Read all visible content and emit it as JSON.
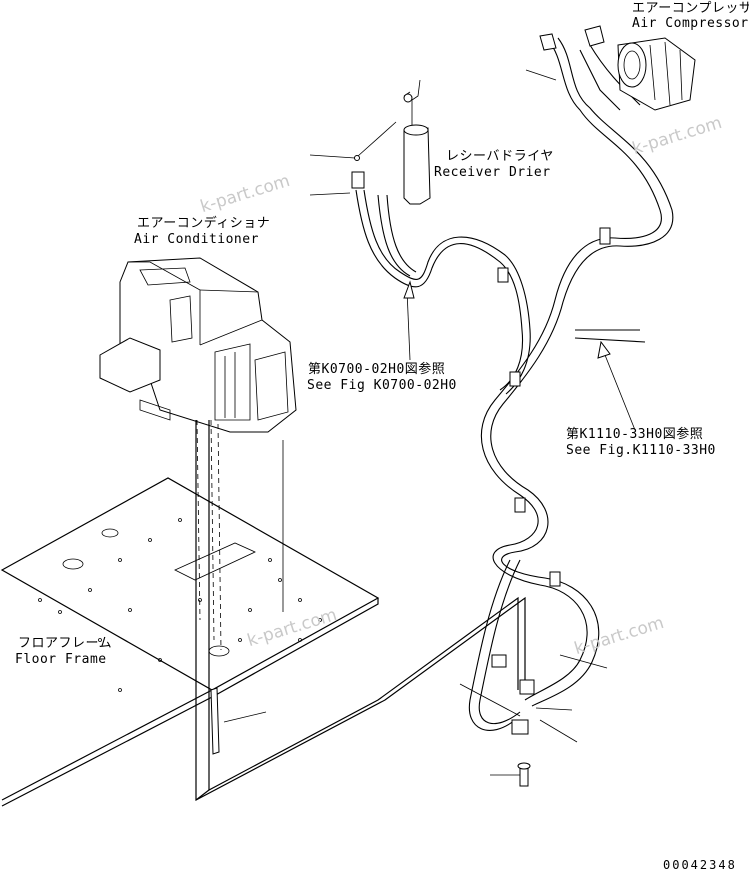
{
  "labels": {
    "air_compressor_jp": "エアーコンプレッサ",
    "air_compressor_en": "Air Compressor",
    "receiver_drier_jp": "レシーバドライヤ",
    "receiver_drier_en": "Receiver Drier",
    "air_conditioner_jp": "エアーコンディショナ",
    "air_conditioner_en": "Air Conditioner",
    "see_fig_1_jp": "第K0700-02H0図参照",
    "see_fig_1_en": "See Fig K0700-02H0",
    "see_fig_2_jp": "第K1110-33H0図参照",
    "see_fig_2_en": "See Fig.K1110-33H0",
    "floor_frame_jp": "フロアフレーム",
    "floor_frame_en": "Floor Frame",
    "drawing_number": "00042348"
  },
  "watermarks": [
    "k-part.com",
    "k-part.com",
    "k-part.com",
    "k-part.com"
  ],
  "colors": {
    "line": "#000000",
    "watermark": "#c9c9c9",
    "background": "#ffffff"
  }
}
